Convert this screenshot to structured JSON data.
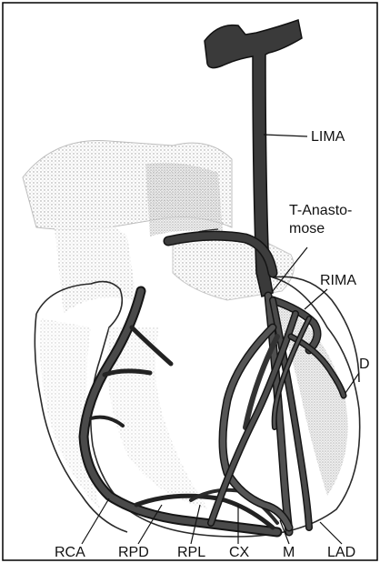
{
  "figure": {
    "labels": {
      "lima": "LIMA",
      "t_anastomose_line1": "T-Anasto-",
      "t_anastomose_line2": "mose",
      "rima": "RIMA",
      "d": "D",
      "rca": "RCA",
      "rpd": "RPD",
      "rpl": "RPL",
      "cx": "CX",
      "m": "M",
      "lad": "LAD"
    },
    "colors": {
      "vessel": "#3d3d3d",
      "vessel_outline": "#151515",
      "heart_line": "#2a2a2a",
      "shade": "#c9c9c9",
      "frame": "#000000"
    }
  }
}
